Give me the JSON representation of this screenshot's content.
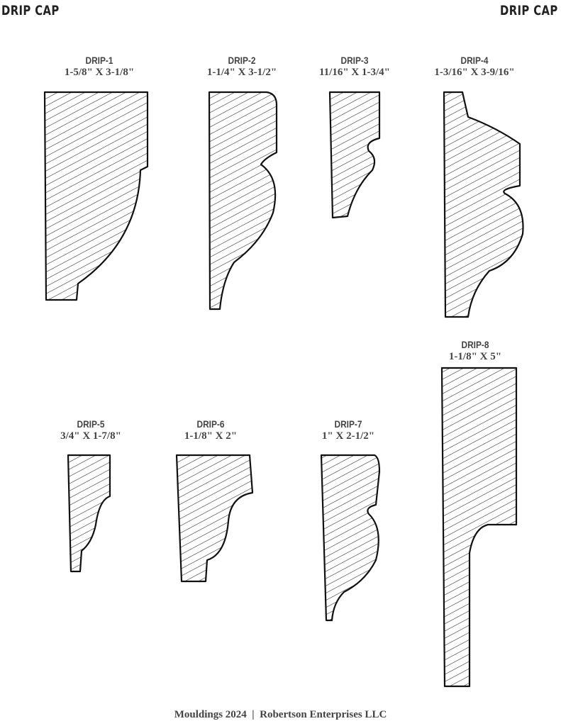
{
  "header": {
    "left_title": "DRIP CAP",
    "right_title": "DRIP CAP"
  },
  "profiles": [
    {
      "code": "DRIP-1",
      "dims": "1-5/8\" X 3-1/8\""
    },
    {
      "code": "DRIP-2",
      "dims": "1-1/4\" X 3-1/2\""
    },
    {
      "code": "DRIP-3",
      "dims": "11/16\" X 1-3/4\""
    },
    {
      "code": "DRIP-4",
      "dims": "1-3/16\" X 3-9/16\""
    },
    {
      "code": "DRIP-5",
      "dims": "3/4\" X 1-7/8\""
    },
    {
      "code": "DRIP-6",
      "dims": "1-1/8\" X 2\""
    },
    {
      "code": "DRIP-7",
      "dims": "1\" X 2-1/2\""
    },
    {
      "code": "DRIP-8",
      "dims": "1-1/8\" X 5\""
    }
  ],
  "footer": {
    "text": "Mouldings 2024  |  Robertson Enterprises LLC"
  }
}
